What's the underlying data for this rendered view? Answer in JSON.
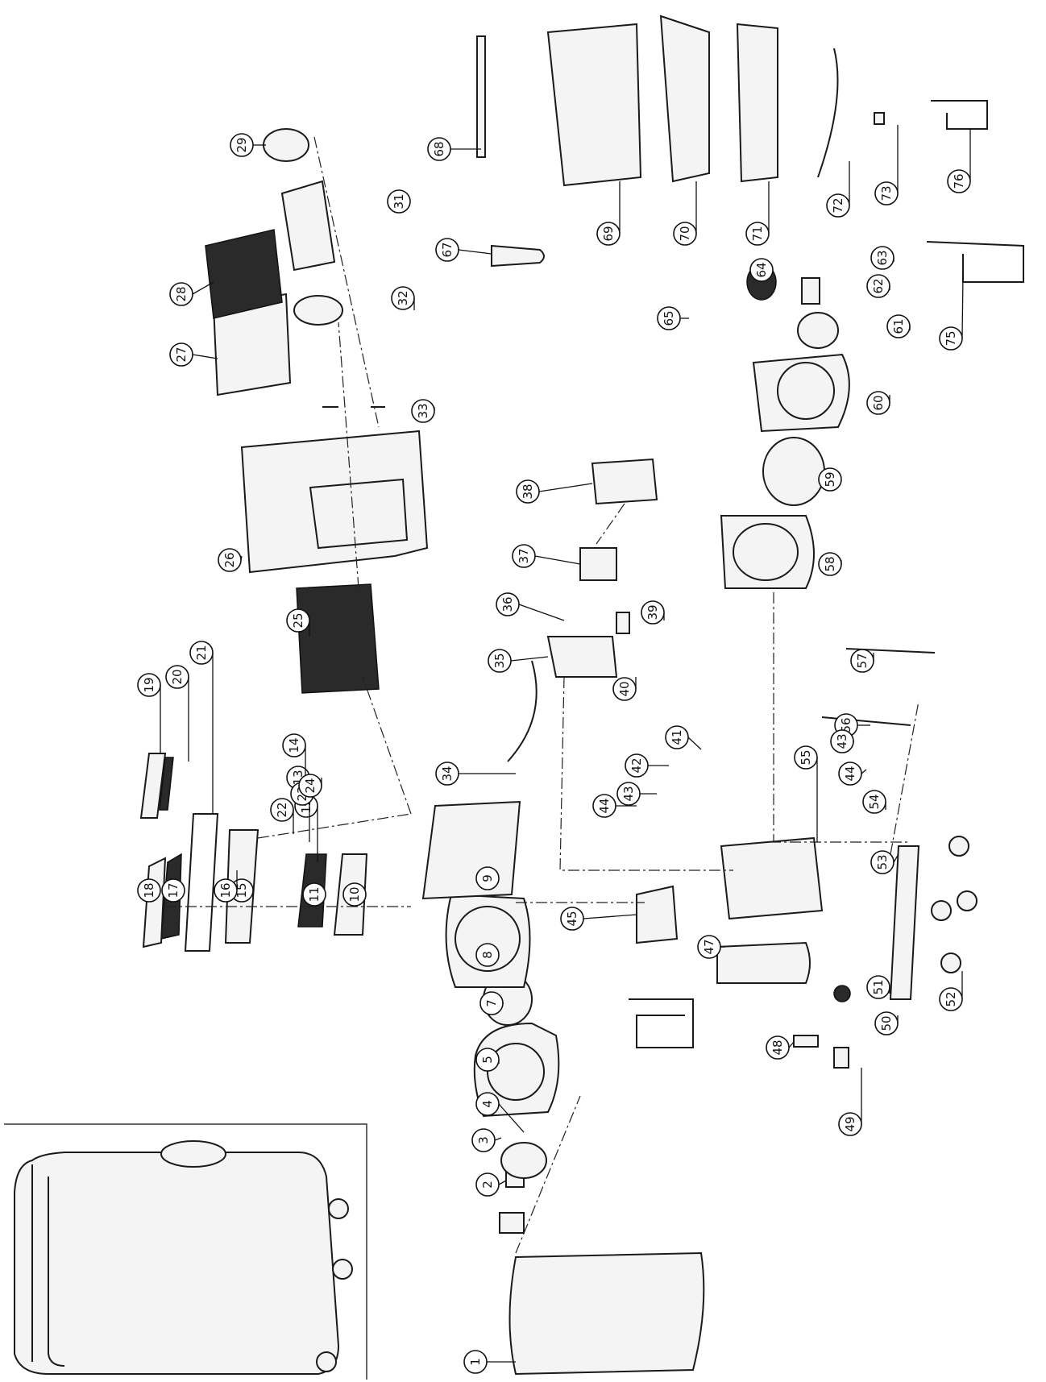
{
  "diagram": {
    "callouts": [
      "1",
      "2",
      "3",
      "4",
      "5",
      "7",
      "8",
      "9",
      "10",
      "11",
      "12",
      "13",
      "14",
      "15",
      "16",
      "17",
      "18",
      "19",
      "20",
      "21",
      "22",
      "23",
      "24",
      "25",
      "26",
      "27",
      "28",
      "29",
      "31",
      "32",
      "33",
      "34",
      "35",
      "36",
      "37",
      "38",
      "39",
      "40",
      "41",
      "42",
      "43",
      "44",
      "45",
      "47",
      "48",
      "49",
      "50",
      "51",
      "52",
      "53",
      "54",
      "55",
      "56",
      "57",
      "58",
      "59",
      "60",
      "61",
      "62",
      "63",
      "64",
      "65",
      "67",
      "68",
      "69",
      "70",
      "71",
      "72",
      "73",
      "75",
      "76",
      "43",
      "44"
    ]
  },
  "colors": {
    "line": "#111111",
    "background": "#ffffff"
  }
}
